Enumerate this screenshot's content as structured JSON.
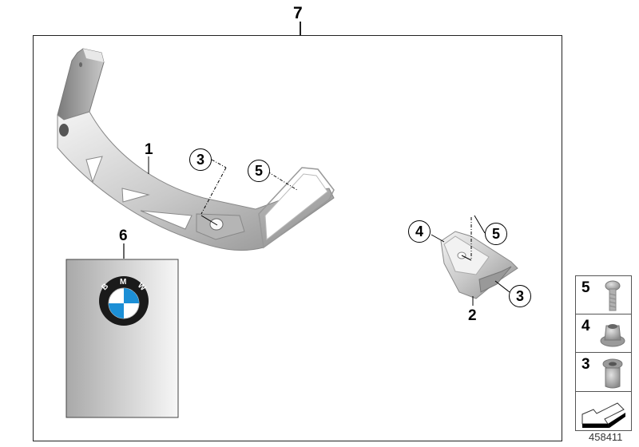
{
  "diagram": {
    "assembly_label": "7",
    "parts": [
      {
        "id": "1",
        "name": "bracket"
      },
      {
        "id": "2",
        "name": "clip holder"
      },
      {
        "id": "6",
        "name": "BMW document / manual"
      }
    ],
    "callouts": {
      "bracket_screw": "5",
      "bracket_bushing": "3",
      "clip_nut": "4",
      "clip_screw": "5",
      "clip_bushing": "3"
    },
    "logo_letters": [
      "B",
      "M",
      "W"
    ],
    "legend": [
      {
        "number": "5",
        "part": "screw"
      },
      {
        "number": "4",
        "part": "collar nut"
      },
      {
        "number": "3",
        "part": "bushing"
      }
    ],
    "legend_arrow": "direction-arrow",
    "document_number": "458411",
    "colors": {
      "logo_blue": "#1c8fd6",
      "logo_ring": "#1a1a1a"
    }
  }
}
